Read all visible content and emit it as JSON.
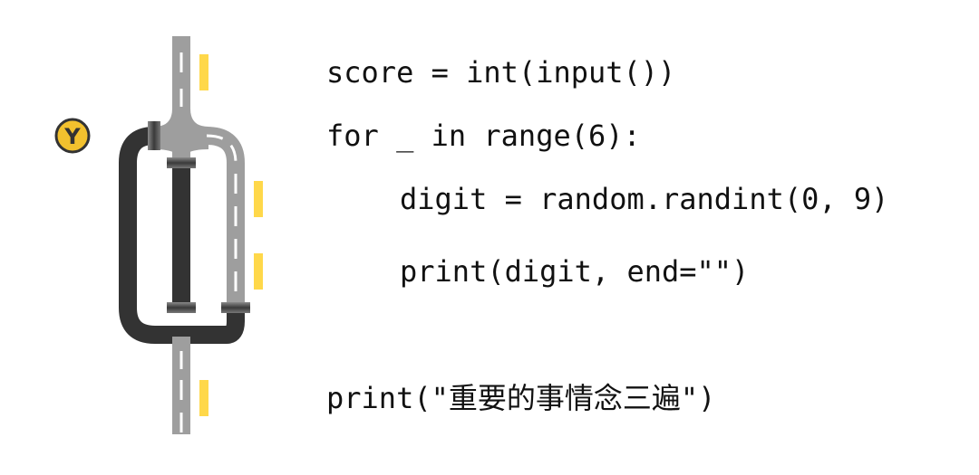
{
  "badge": {
    "letter": "Y",
    "fill": "#F2C12E",
    "stroke": "#333333"
  },
  "colors": {
    "road": "#9E9E9E",
    "dark_road": "#333333",
    "marker": "#FFD84A",
    "lane": "#FFFFFF"
  },
  "code_lines": [
    "score = int(input())",
    "for _ in range(6):",
    "digit = random.randint(0, 9)",
    "print(digit, end=\"\")",
    "print(\"重要的事情念三遍\")"
  ]
}
